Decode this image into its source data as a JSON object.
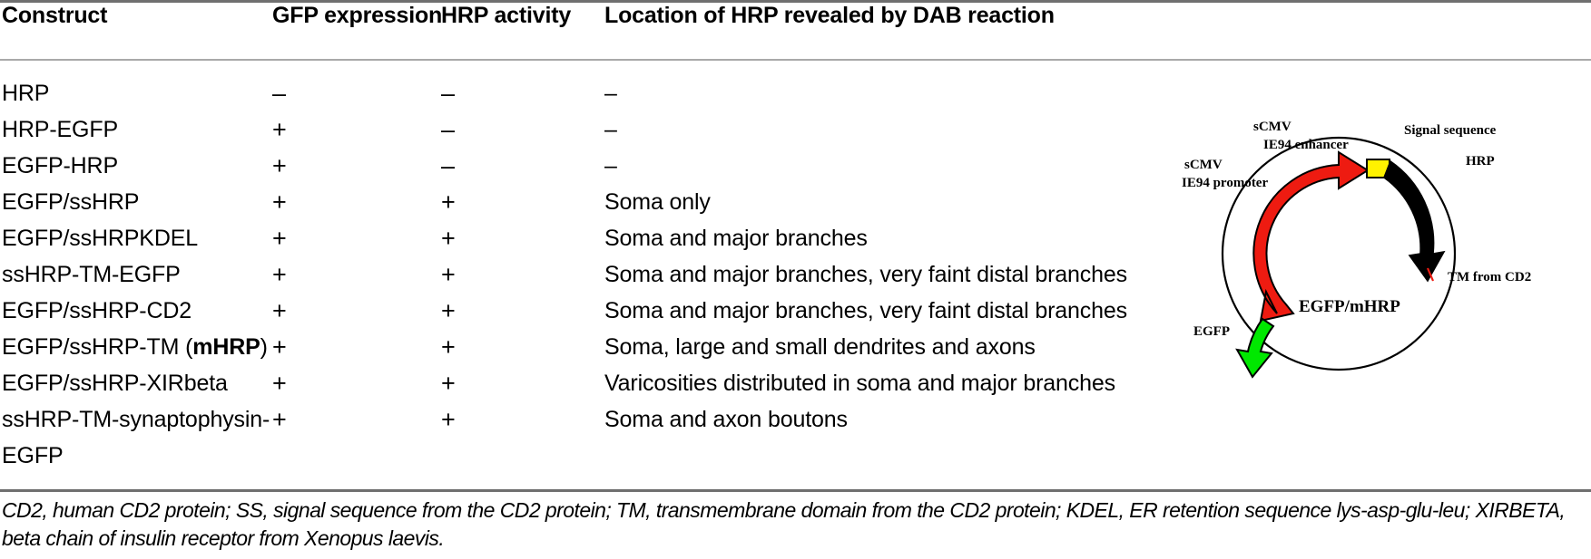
{
  "table": {
    "columns": [
      "Construct",
      "GFP expression",
      "HRP activity",
      "Location of HRP revealed by DAB reaction"
    ],
    "rows": [
      {
        "construct": "HRP",
        "construct_line2": "",
        "bold_part": "",
        "gfp": "–",
        "hrp": "–",
        "location": "–"
      },
      {
        "construct": "HRP-EGFP",
        "construct_line2": "",
        "bold_part": "",
        "gfp": "+",
        "hrp": "–",
        "location": "–"
      },
      {
        "construct": "EGFP-HRP",
        "construct_line2": "",
        "bold_part": "",
        "gfp": "+",
        "hrp": "–",
        "location": "–"
      },
      {
        "construct": "EGFP/ssHRP",
        "construct_line2": "",
        "bold_part": "",
        "gfp": "+",
        "hrp": "+",
        "location": "Soma only"
      },
      {
        "construct": "EGFP/ssHRPKDEL",
        "construct_line2": "",
        "bold_part": "",
        "gfp": "+",
        "hrp": "+",
        "location": "Soma and major branches"
      },
      {
        "construct": "ssHRP-TM-EGFP",
        "construct_line2": "",
        "bold_part": "",
        "gfp": "+",
        "hrp": "+",
        "location": "Soma and major branches, very faint distal branches"
      },
      {
        "construct": "EGFP/ssHRP-CD2",
        "construct_line2": "",
        "bold_part": "",
        "gfp": "+",
        "hrp": "+",
        "location": "Soma and major branches, very faint distal branches"
      },
      {
        "construct": "EGFP/ssHRP-TM (",
        "construct_line2": "",
        "bold_part": "mHRP",
        "construct_suffix": ")",
        "gfp": "+",
        "hrp": "+",
        "location": "Soma, large and small dendrites and axons"
      },
      {
        "construct": "EGFP/ssHRP-XIRbeta",
        "construct_line2": "",
        "bold_part": "",
        "gfp": "+",
        "hrp": "+",
        "location": "Varicosities distributed in soma and major branches"
      },
      {
        "construct": "ssHRP-TM-synaptophysin-",
        "construct_line2": "EGFP",
        "bold_part": "",
        "gfp": "+",
        "hrp": "+",
        "location": "Soma and axon boutons"
      }
    ]
  },
  "footnote": {
    "line1": "CD2, human CD2 protein; SS, signal sequence from the CD2 protein; TM, transmembrane domain from the CD2 protein; KDEL, ER retention sequence lys-asp-glu-leu;",
    "line2": "XIRBETA, beta chain of insulin receptor from Xenopus laevis."
  },
  "plasmid": {
    "center_label": "EGFP/mHRP",
    "labels": {
      "enhancer_line1": "sCMV",
      "enhancer_line2": "IE94 enhancer",
      "promoter_line1": "sCMV",
      "promoter_line2": "IE94 promoter",
      "egfp": "EGFP",
      "signal_sequence": "Signal sequence",
      "hrp": "HRP",
      "tm_from_cd2": "TM from CD2"
    },
    "colors": {
      "enhancer_promoter": "#EE1B11",
      "egfp": "#00E800",
      "signal_sequence": "#FFF200",
      "hrp_tm": "#000000",
      "backbone": "#000000"
    }
  },
  "rules": {
    "top_color": "#6f6f6f",
    "header_color": "#a9a9a9",
    "bottom_color": "#6f6f6f"
  }
}
